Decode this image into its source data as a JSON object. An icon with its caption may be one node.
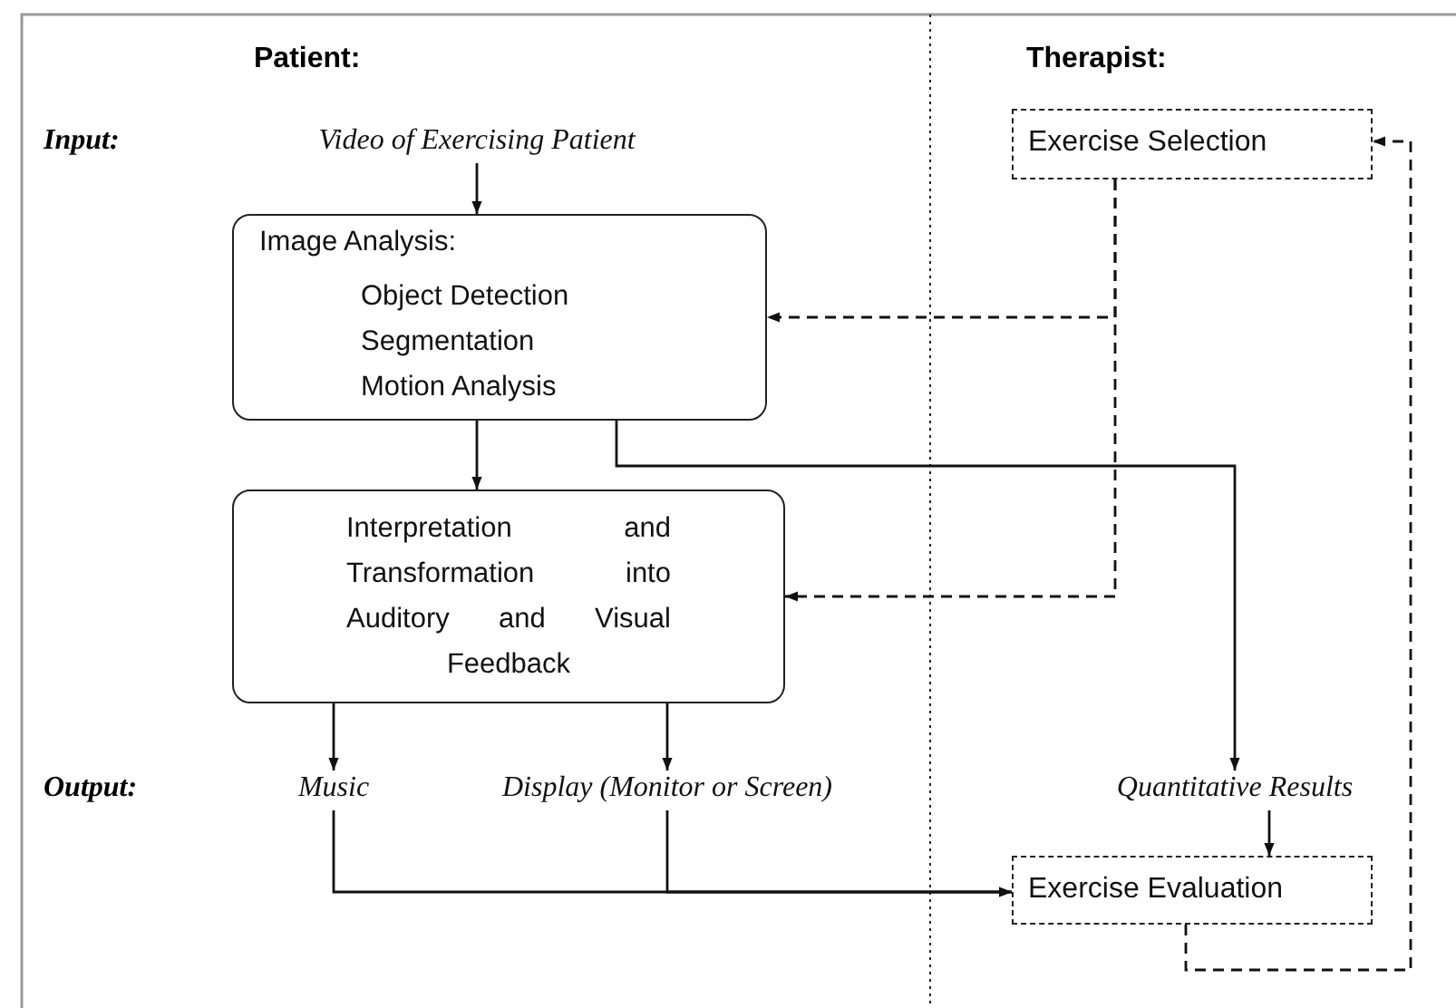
{
  "diagram": {
    "nodes": [
      {
        "text": [
          "Video of Exercising Patient"
        ]
      },
      {
        "text": [
          "Image Analysis:",
          "Object Detection Segmentation Motion Analysis"
        ]
      },
      {
        "text": [
          "Interpretation and Transformation into Auditory and Visual Feedback"
        ]
      },
      {
        "text": [
          "Music"
        ]
      },
      {
        "text": [
          "Display (Monitor or Screen)"
        ]
      },
      {
        "text": [
          "Exercise Selection"
        ]
      },
      {
        "text": [
          "Quantitative Results"
        ]
      },
      {
        "text": [
          "Exercise Evaluation"
        ]
      }
    ],
    "edges": [
      {
        "from": 0,
        "to": 1,
        "arrow": "to"
      },
      {
        "from": 1,
        "to": 2,
        "arrow": "to"
      },
      {
        "from": 1,
        "to": 6,
        "arrow": "to"
      },
      {
        "from": 5,
        "to": 1,
        "arrow": "to",
        "style": "dashed"
      },
      {
        "from": 5,
        "to": 2,
        "arrow": "to",
        "style": "dashed"
      },
      {
        "from": 2,
        "to": 3,
        "arrow": "to"
      },
      {
        "from": 2,
        "to": 4,
        "arrow": "to"
      },
      {
        "from": 3,
        "to": 7,
        "arrow": "to"
      },
      {
        "from": 4,
        "to": 7,
        "arrow": "to"
      },
      {
        "from": 6,
        "to": 7,
        "arrow": "to"
      },
      {
        "from": 7,
        "to": 5,
        "arrow": "to",
        "style": "dashed"
      }
    ],
    "labels": [
      "Patient:",
      "Therapist:",
      "Input:",
      "Output:"
    ]
  }
}
